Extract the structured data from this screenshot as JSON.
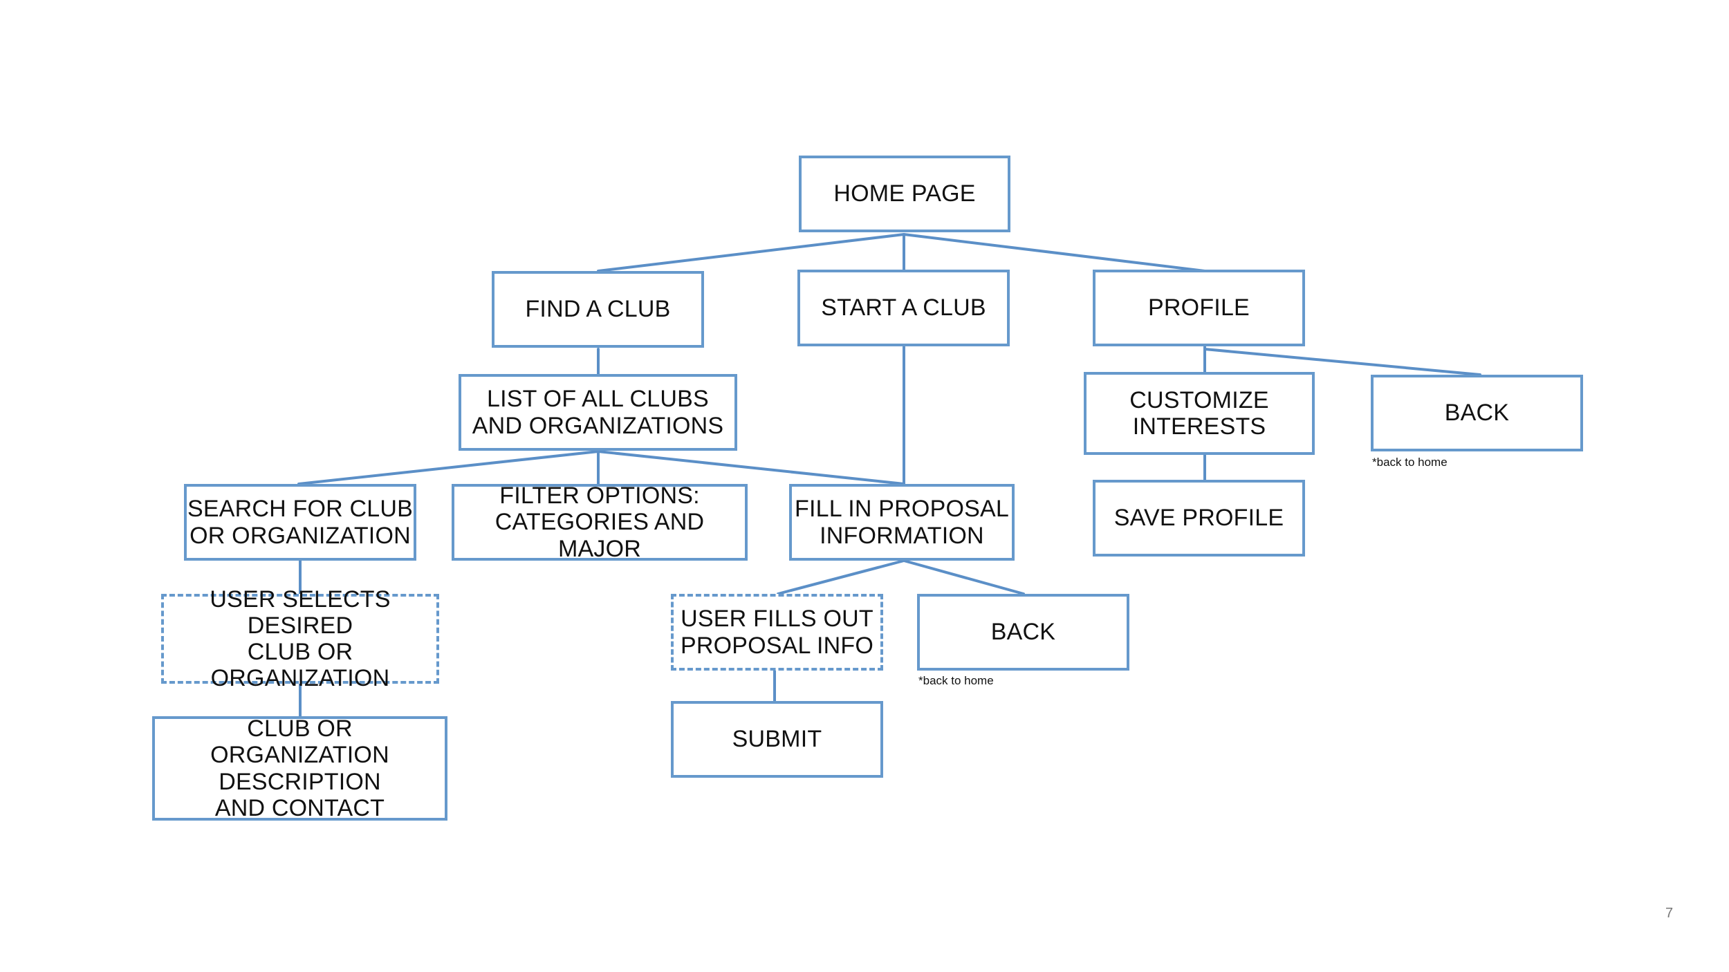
{
  "nodes": {
    "home_page": "HOME PAGE",
    "find_a_club": "FIND A CLUB",
    "start_a_club": "START A CLUB",
    "profile": "PROFILE",
    "list_clubs": "LIST OF ALL CLUBS\nAND ORGANIZATIONS",
    "customize_interests": "CUSTOMIZE\nINTERESTS",
    "profile_back": "BACK",
    "search_club": "SEARCH FOR CLUB\nOR ORGANIZATION",
    "filter_options": "FILTER OPTIONS:\nCATEGORIES AND MAJOR",
    "fill_proposal": "FILL IN PROPOSAL\nINFORMATION",
    "save_profile": "SAVE PROFILE",
    "user_selects": "USER SELECTS DESIRED\nCLUB OR ORGANIZATION",
    "user_fills": "USER FILLS OUT\nPROPOSAL INFO",
    "proposal_back": "BACK",
    "submit": "SUBMIT",
    "club_description": "CLUB OR ORGANIZATION\nDESCRIPTION\nAND CONTACT"
  },
  "notes": {
    "profile_back_note": "*back to home",
    "proposal_back_note": "*back to home"
  },
  "page_number": "7",
  "colors": {
    "box_border": "#6699cc",
    "connector": "#5b8fc7"
  }
}
